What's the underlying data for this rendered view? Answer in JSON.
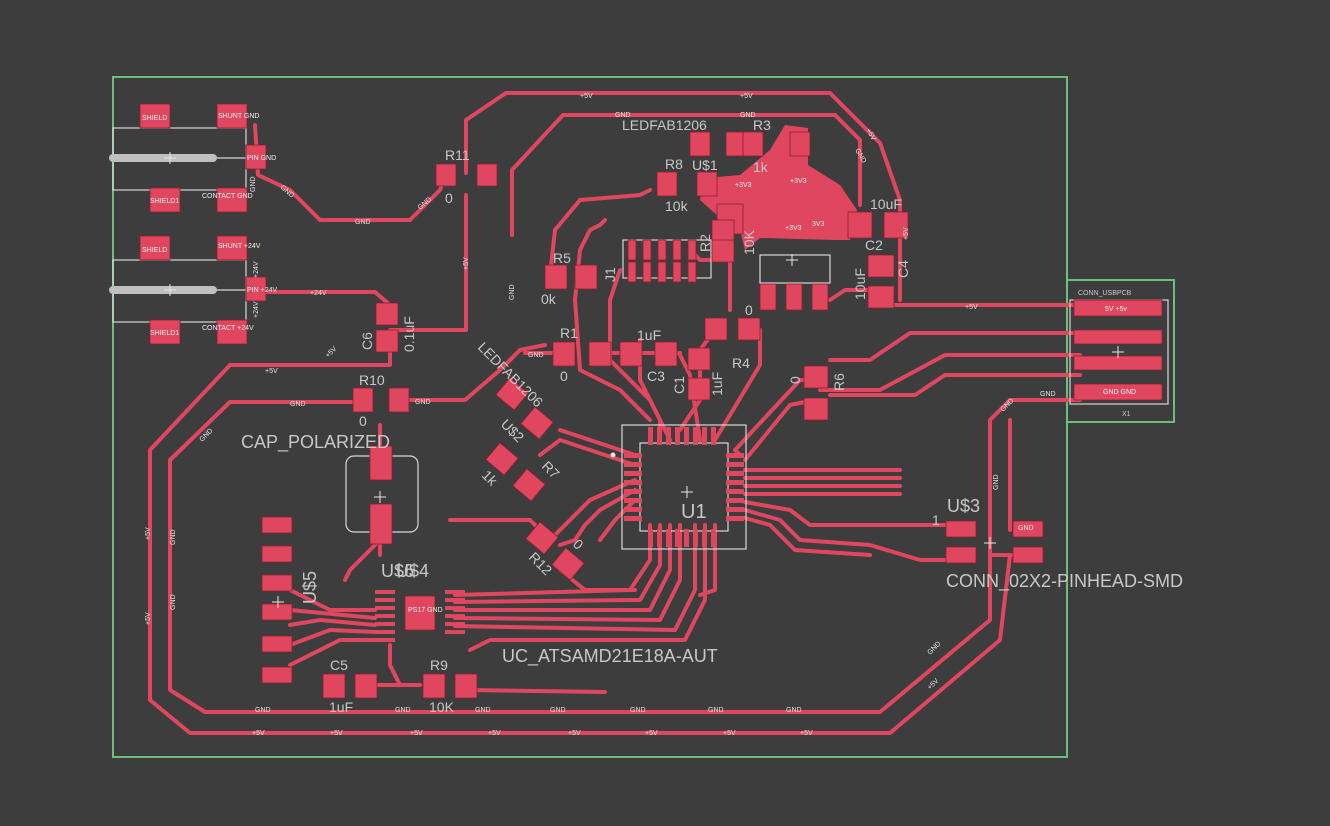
{
  "colors": {
    "background": "#3d3d3d",
    "outline": "#6dbf7b",
    "copper": "#e0475f",
    "silk": "#c8c8c8",
    "silk_outline": "#d7d7d7"
  },
  "components": [
    {
      "ref": "R11",
      "value": "0"
    },
    {
      "ref": "R3",
      "value": "1k"
    },
    {
      "ref": "R8",
      "value": "10k"
    },
    {
      "ref": "U$1",
      "value": ""
    },
    {
      "ref": "R2",
      "value": "10K"
    },
    {
      "ref": "C2",
      "value": "10uF"
    },
    {
      "ref": "C4",
      "value": "10uF"
    },
    {
      "ref": "R5",
      "value": "0k"
    },
    {
      "ref": "J1",
      "value": ""
    },
    {
      "ref": "R1",
      "value": "0"
    },
    {
      "ref": "C3",
      "value": "1uF"
    },
    {
      "ref": "C1",
      "value": "1uF"
    },
    {
      "ref": "R4",
      "value": "0"
    },
    {
      "ref": "R6",
      "value": "0"
    },
    {
      "ref": "C6",
      "value": "0.1uF"
    },
    {
      "ref": "R10",
      "value": "0"
    },
    {
      "ref": "U$2",
      "value": ""
    },
    {
      "ref": "R7",
      "value": "1k"
    },
    {
      "ref": "R12",
      "value": "0"
    },
    {
      "ref": "C5",
      "value": "1uF"
    },
    {
      "ref": "R9",
      "value": "10K"
    }
  ],
  "labels": {
    "led_top": "LEDFAB1206",
    "led_mid": "LEDFAB1206",
    "cap_polarized": "CAP_POLARIZED",
    "u1": "U1",
    "u1_part": "UC_ATSAMD21E18A-AUT",
    "u3": "U$3",
    "u3_pin": "1",
    "conn_pinhead": "CONN_02X2-PINHEAD-SMD",
    "u5": "U$5",
    "u6_u4": "U$6",
    "u4": "U$4",
    "usb_conn": "CONN_USBPCB",
    "x1": "X1"
  },
  "pad_texts": {
    "shield": "SHIELD",
    "shunt_gnd": "SHUNT GND",
    "pin_gnd": "PIN GND",
    "shield1": "SHIELD1",
    "contact_gnd": "CONTACT GND",
    "shunt_24v": "SHUNT +24V",
    "pin_24v": "PIN +24V",
    "contact_24v": "CONTACT +24V",
    "usb_5v": "5V +5v",
    "usb_gnd": "GND GND",
    "ps_gnd": "PS17 GND",
    "u1_vdd": "+3V3",
    "u1_reg": "+3V3",
    "u1_reg2": "3V3",
    "u1_reg3": "+3V3"
  },
  "nets": {
    "gnd": "GND",
    "p5v": "+5V",
    "p24v": "+24V",
    "p3v3": "+3V3"
  }
}
